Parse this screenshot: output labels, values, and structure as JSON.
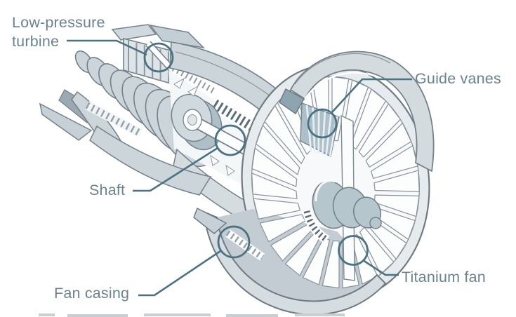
{
  "figure": {
    "labels": {
      "low_pressure_turbine": "Low-pressure turbine",
      "guide_vanes": "Guide vanes",
      "shaft": "Shaft",
      "fan_casing": "Fan casing",
      "titanium_fan": "Titanium fan"
    },
    "colors": {
      "background": "#ffffff",
      "label_text": "#6b8290",
      "callout": "#4a7280",
      "outline": "#75818a",
      "fill_light": "#d5dce0",
      "fill_mid": "#ccd5da",
      "fill_accent": "#b5c6cc",
      "comb_teeth": "#5d6d77"
    }
  }
}
